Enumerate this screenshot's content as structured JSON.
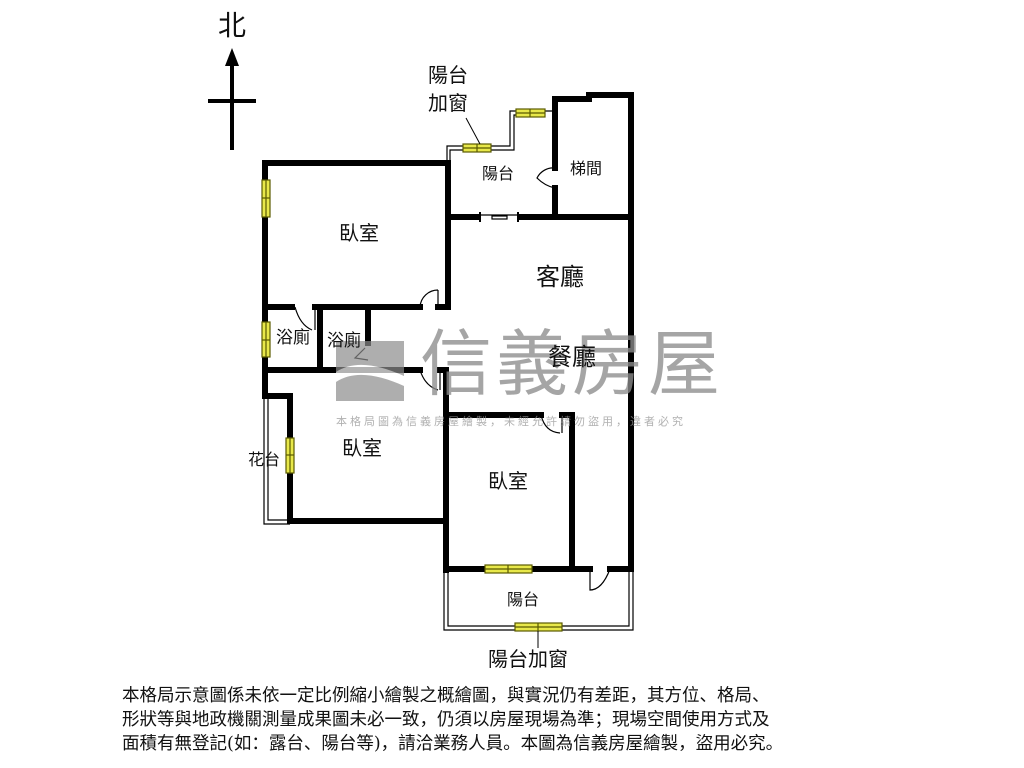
{
  "compass": {
    "label": "北",
    "direction": "north"
  },
  "rooms": {
    "bedroom_nw": "臥室",
    "bedroom_sw": "臥室",
    "bedroom_s": "臥室",
    "living_room": "客廳",
    "dining_room": "餐廳",
    "bath_1": "浴廁",
    "bath_2": "浴廁",
    "balcony_n": "陽台",
    "balcony_s": "陽台",
    "stairwell": "梯間",
    "planter": "花台"
  },
  "annotations": {
    "balcony_window_n_line1": "陽台",
    "balcony_window_n_line2": "加窗",
    "balcony_window_s": "陽台加窗"
  },
  "watermark": {
    "brand": "信義房屋",
    "notice": "本格局圖為信義房屋繪製，未經允許請勿盜用，違者必究"
  },
  "disclaimer": {
    "line1": "本格局示意圖係未依一定比例縮小繪製之概繪圖，與實況仍有差距，其方位、格局、",
    "line2": "形狀等與地政機關測量成果圖未必一致，仍須以房屋現場為準；現場空間使用方式及",
    "line3": "面積有無登記(如：露台、陽台等)，請洽業務人員。本圖為信義房屋繪製，盜用必究。"
  },
  "colors": {
    "wall": "#000000",
    "window_fill": "#e8e84a",
    "window_stroke": "#5a5a00",
    "watermark": "#8c8c8c",
    "background": "#ffffff"
  }
}
